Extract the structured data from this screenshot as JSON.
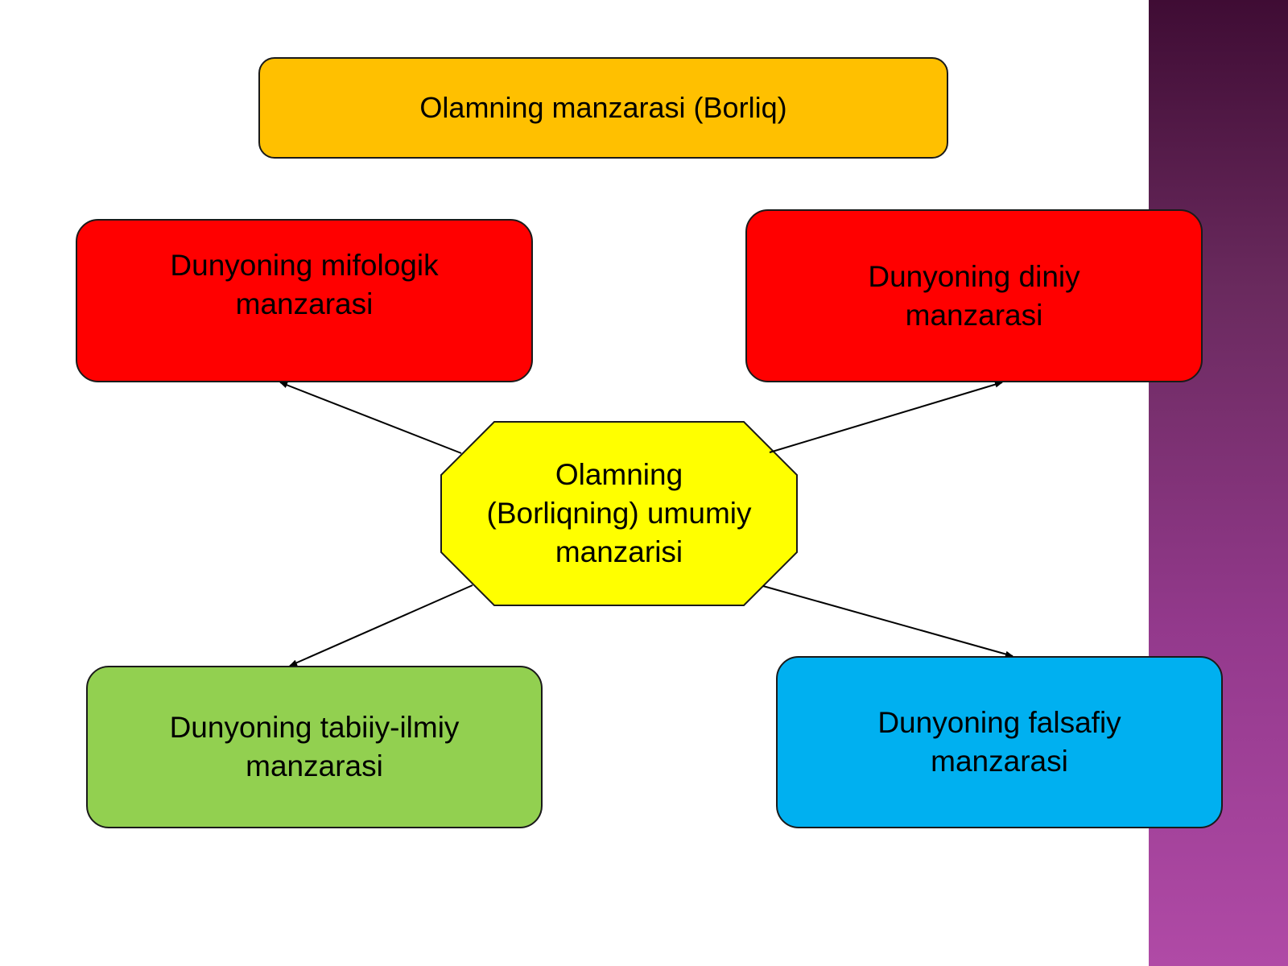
{
  "colors": {
    "top_box": "#FFC000",
    "mythological_box": "#FF0000",
    "religious_box": "#FF0000",
    "natural_scientific_box": "#92D050",
    "philosophical_box": "#00B0F0",
    "center_box": "#FFFF00",
    "side_band": "#93398C"
  },
  "top": {
    "label": "Olamning manzarasi (Borliq)"
  },
  "center": {
    "line1": "Olamning",
    "line2": "(Borliqning) umumiy",
    "line3": "manzarisi"
  },
  "mythological": {
    "line1": "Dunyoning mifologik",
    "line2": "manzarasi"
  },
  "religious": {
    "line1": "Dunyoning diniy",
    "line2": "manzarasi"
  },
  "natural_scientific": {
    "line1": "Dunyoning tabiiy-ilmiy",
    "line2": "manzarasi"
  },
  "philosophical": {
    "line1": "Dunyoning falsafiy",
    "line2": "manzarasi"
  }
}
